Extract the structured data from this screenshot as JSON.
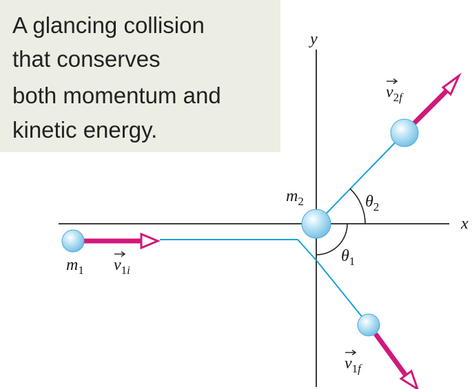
{
  "caption": {
    "lines": [
      "A glancing collision",
      "that conserves",
      "both momentum and",
      "kinetic energy."
    ]
  },
  "axes": {
    "x_label": "x",
    "y_label": "y"
  },
  "labels": {
    "m1": {
      "main": "m",
      "sub": "1"
    },
    "m2": {
      "main": "m",
      "sub": "2"
    },
    "v1i": {
      "main": "v",
      "sub": "1",
      "sub_italic": "i"
    },
    "v2f": {
      "main": "v",
      "sub": "2",
      "sub_italic": "f"
    },
    "v1f": {
      "main": "v",
      "sub": "1",
      "sub_italic": "f"
    },
    "theta1": {
      "main": "θ",
      "sub": "1"
    },
    "theta2": {
      "main": "θ",
      "sub": "2"
    }
  },
  "colors": {
    "ball": "#9ed4ee",
    "path": "#1aa0d8",
    "vector": "#d1197a",
    "axis": "#222222",
    "caption_bg": "#eceee3"
  }
}
